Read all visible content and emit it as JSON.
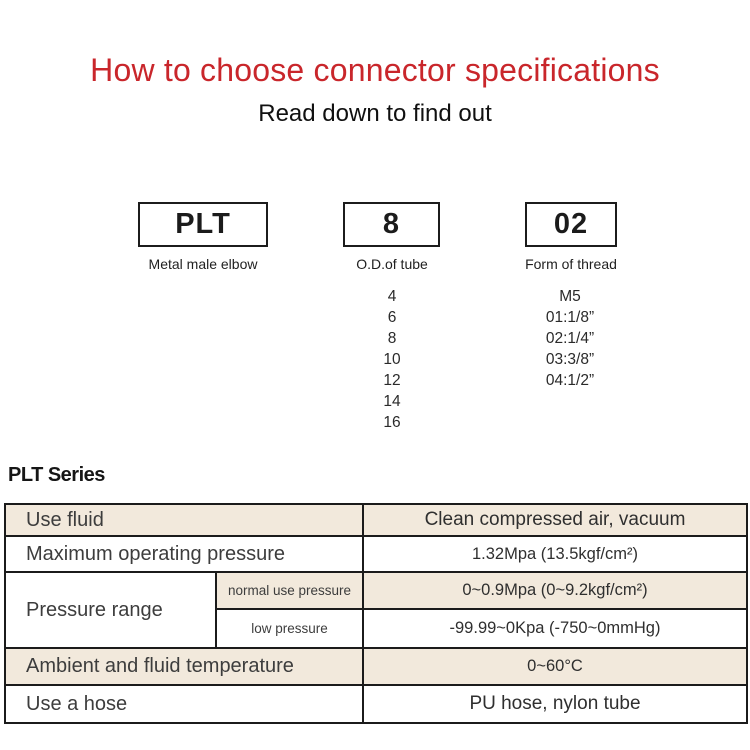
{
  "colors": {
    "title_red": "#c9262b",
    "row_shade_beige": "#f2e9dc",
    "table_border": "#1b1b1b"
  },
  "header": {
    "title": "How to choose connector specifications",
    "subtitle": "Read down to find out"
  },
  "model_code": {
    "segments": [
      {
        "code": "PLT",
        "label": "Metal male elbow"
      },
      {
        "code": "8",
        "label": "O.D.of tube"
      },
      {
        "code": "02",
        "label": "Form of thread"
      }
    ],
    "tube_sizes": [
      "4",
      "6",
      "8",
      "10",
      "12",
      "14",
      "16"
    ],
    "thread_options": [
      "M5",
      "01:1/8”",
      "02:1/4”",
      "03:3/8”",
      "04:1/2”"
    ]
  },
  "series": {
    "heading": "PLT Series",
    "table": {
      "rows": [
        {
          "label": "Use fluid",
          "value": "Clean compressed air, vacuum"
        },
        {
          "label": "Maximum operating pressure",
          "value": "1.32Mpa  (13.5kgf/cm²)"
        },
        {
          "label": "Pressure range",
          "sub_rows": [
            {
              "sub_label": "normal use pressure",
              "value": "0~0.9Mpa  (0~9.2kgf/cm²)"
            },
            {
              "sub_label": "low pressure",
              "value": "-99.99~0Kpa  (-750~0mmHg)"
            }
          ]
        },
        {
          "label": "Ambient and fluid temperature",
          "value": "0~60°C"
        },
        {
          "label": "Use a hose",
          "value": "PU hose, nylon tube"
        }
      ]
    }
  }
}
